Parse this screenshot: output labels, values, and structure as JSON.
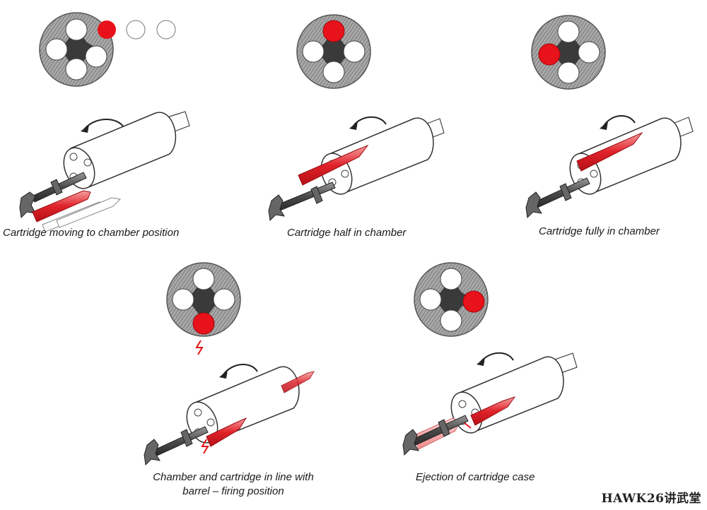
{
  "colors": {
    "cartridge": "#e8121a",
    "cartridge_light": "#ef8c8c",
    "disc_fill": "#9a9a9a",
    "metal": "#5a5a5a"
  },
  "panels": [
    {
      "caption": "Cartridge moving to chamber position",
      "active_chamber": "top-right"
    },
    {
      "caption": "Cartridge half in chamber",
      "active_chamber": "top"
    },
    {
      "caption": "Cartridge fully in chamber",
      "active_chamber": "left"
    },
    {
      "caption_line1": "Chamber and cartridge in line with",
      "caption_line2": "barrel – firing position",
      "active_chamber": "bottom"
    },
    {
      "caption": "Ejection of cartridge case",
      "active_chamber": "right"
    }
  ],
  "watermark": "HAWK26讲武堂"
}
